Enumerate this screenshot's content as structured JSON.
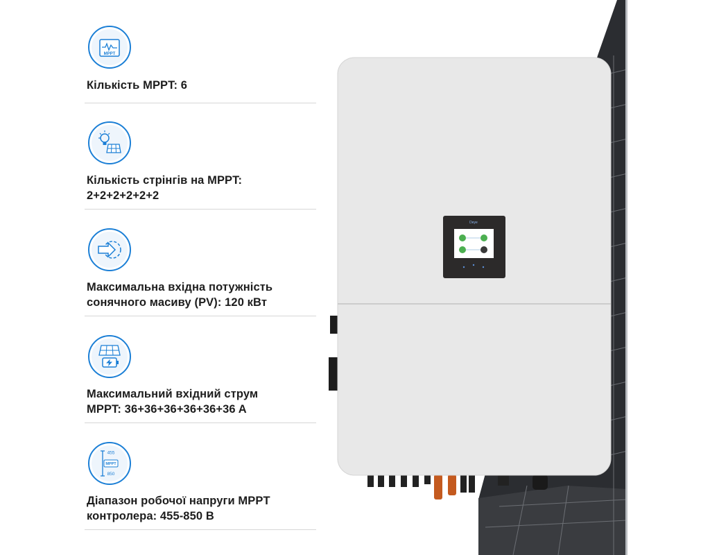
{
  "features": [
    {
      "icon": "mppt-monitor-icon",
      "text": "Кількість MPPT: 6"
    },
    {
      "icon": "solar-bulb-icon",
      "line1": "Кількість стрінгів на MPPT:",
      "line2": "2+2+2+2+2+2"
    },
    {
      "icon": "power-arrow-gear-icon",
      "line1": "Максимальна вхідна потужність",
      "line2": "сонячного масиву (PV): 120 кВт"
    },
    {
      "icon": "solar-battery-icon",
      "line1": "Максимальний вхідний струм",
      "line2": "MPPT: 36+36+36+36+36+36 A"
    },
    {
      "icon": "voltage-range-icon",
      "line1": "Діапазон робочої напруги MPPT",
      "line2": "контролера: 455-850 В"
    }
  ],
  "icon_labels": {
    "mppt": "MPPT",
    "range_top": "455",
    "range_mid": "MPPT",
    "range_bottom": "850"
  },
  "screen_brand": "Deye",
  "colors": {
    "accent": "#1b7fd6",
    "text": "#1d1d1d",
    "device": "#e8e8e8",
    "panel": "#2a2c30"
  }
}
